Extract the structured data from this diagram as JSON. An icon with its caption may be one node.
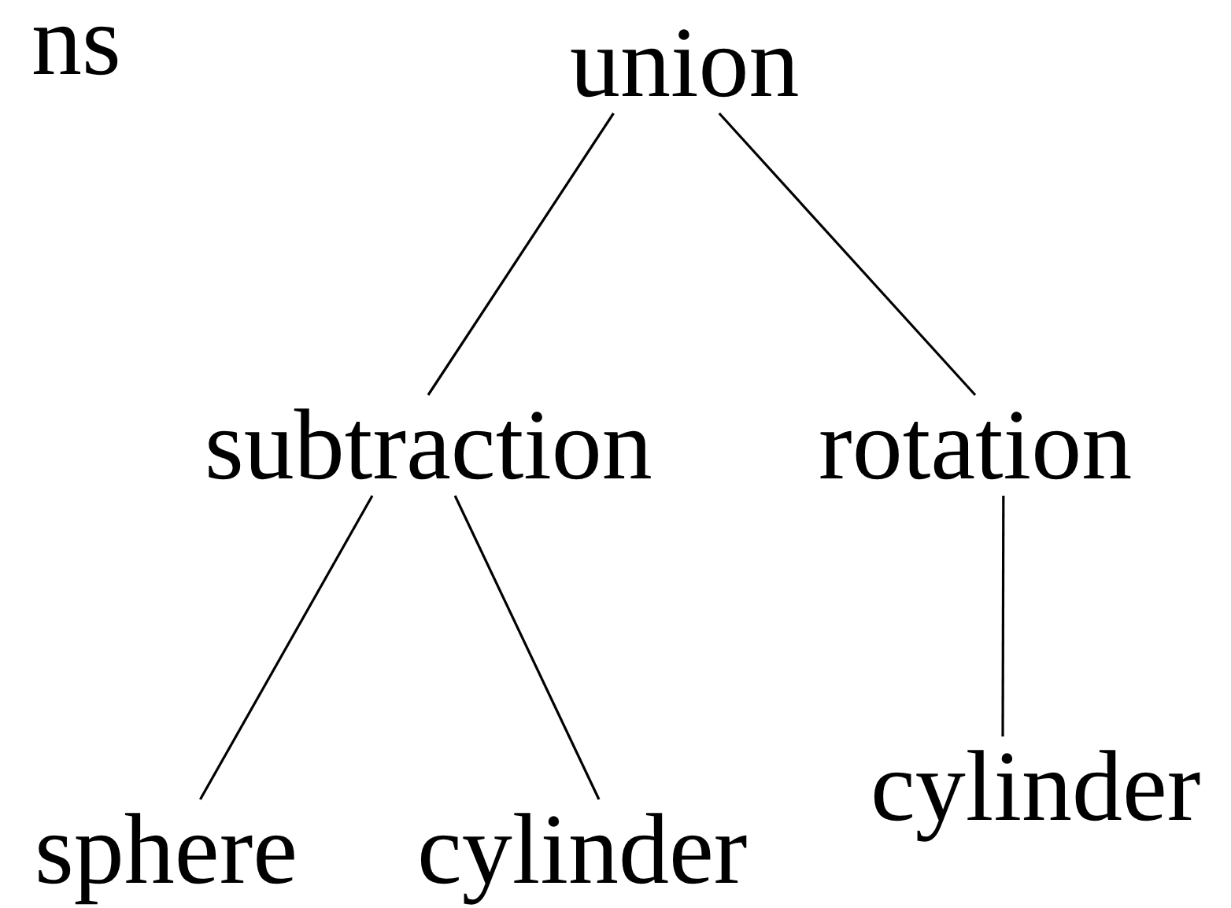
{
  "diagram": {
    "nodes": [
      {
        "text": [
          "union"
        ]
      },
      {
        "text": [
          "subtraction"
        ]
      },
      {
        "text": [
          "rotation"
        ]
      },
      {
        "text": [
          "sphere"
        ]
      },
      {
        "text": [
          "cylinder"
        ]
      },
      {
        "text": [
          "cylinder"
        ]
      }
    ],
    "edges": [
      {
        "from": 0,
        "to": 1,
        "arrow": "none"
      },
      {
        "from": 0,
        "to": 2,
        "arrow": "none"
      },
      {
        "from": 1,
        "to": 3,
        "arrow": "none"
      },
      {
        "from": 1,
        "to": 4,
        "arrow": "none"
      },
      {
        "from": 2,
        "to": 5,
        "arrow": "none"
      }
    ],
    "labels": [
      "ns"
    ]
  }
}
